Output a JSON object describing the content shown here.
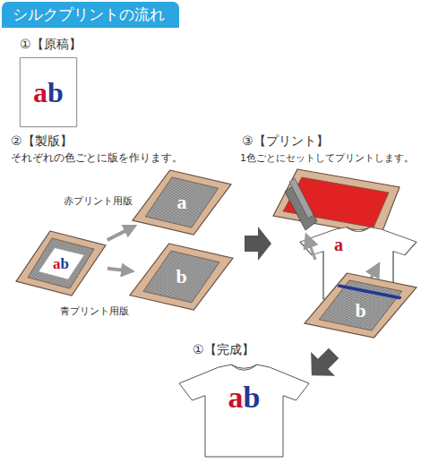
{
  "diagram": {
    "title": "シルクプリントの流れ",
    "nodes": [
      {
        "text": [
          "①【原稿】",
          "ab"
        ]
      },
      {
        "text": [
          "ab"
        ]
      },
      {
        "text": [
          "赤プリント用版",
          "a"
        ]
      },
      {
        "text": [
          "青プリント用版",
          "b"
        ]
      },
      {
        "text": [
          "b"
        ]
      },
      {
        "text": [
          "①【完成】",
          "ab"
        ]
      }
    ],
    "edges": [
      {
        "from": 1,
        "to": 2,
        "arrow": "to"
      },
      {
        "from": 1,
        "to": 3,
        "arrow": "to"
      }
    ],
    "labels": [
      "②【製版】",
      "それぞれの色ごとに版を作ります。",
      "③【プリント】",
      "1色ごとにセットしてプリントします。",
      "a"
    ]
  }
}
